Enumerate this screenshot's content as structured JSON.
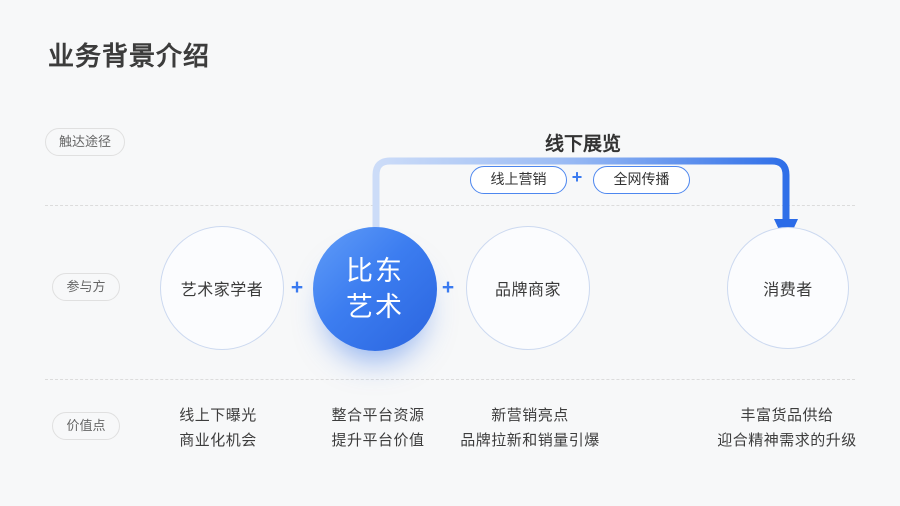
{
  "page": {
    "title": "业务背景介绍"
  },
  "row_labels": [
    {
      "label": "触达途径"
    },
    {
      "label": "参与方"
    },
    {
      "label": "价值点"
    }
  ],
  "reach": {
    "offline_label": "线下展览",
    "pills": [
      "线上营销",
      "全网传播"
    ],
    "plus": "+"
  },
  "participants": {
    "plus": "+",
    "circles": [
      {
        "label": "艺术家学者"
      },
      {
        "label": "比东艺术",
        "lines": [
          "比东",
          "艺术"
        ]
      },
      {
        "label": "品牌商家"
      },
      {
        "label": "消费者"
      }
    ]
  },
  "values": [
    {
      "lines": [
        "线上下曝光",
        "商业化机会"
      ]
    },
    {
      "lines": [
        "整合平台资源",
        "提升平台价值"
      ]
    },
    {
      "lines": [
        "新营销亮点",
        "品牌拉新和销量引爆"
      ]
    },
    {
      "lines": [
        "丰富货品供给",
        "迎合精神需求的升级"
      ]
    }
  ],
  "colors": {
    "background": "#f7f8f9",
    "accent": "#2f6fe8",
    "accent_light": "#ccdcf8",
    "brand_gradient_start": "#619df8",
    "brand_gradient_end": "#2a64df",
    "text_dark": "#3c3c3c",
    "divider": "#dcdcdc"
  }
}
